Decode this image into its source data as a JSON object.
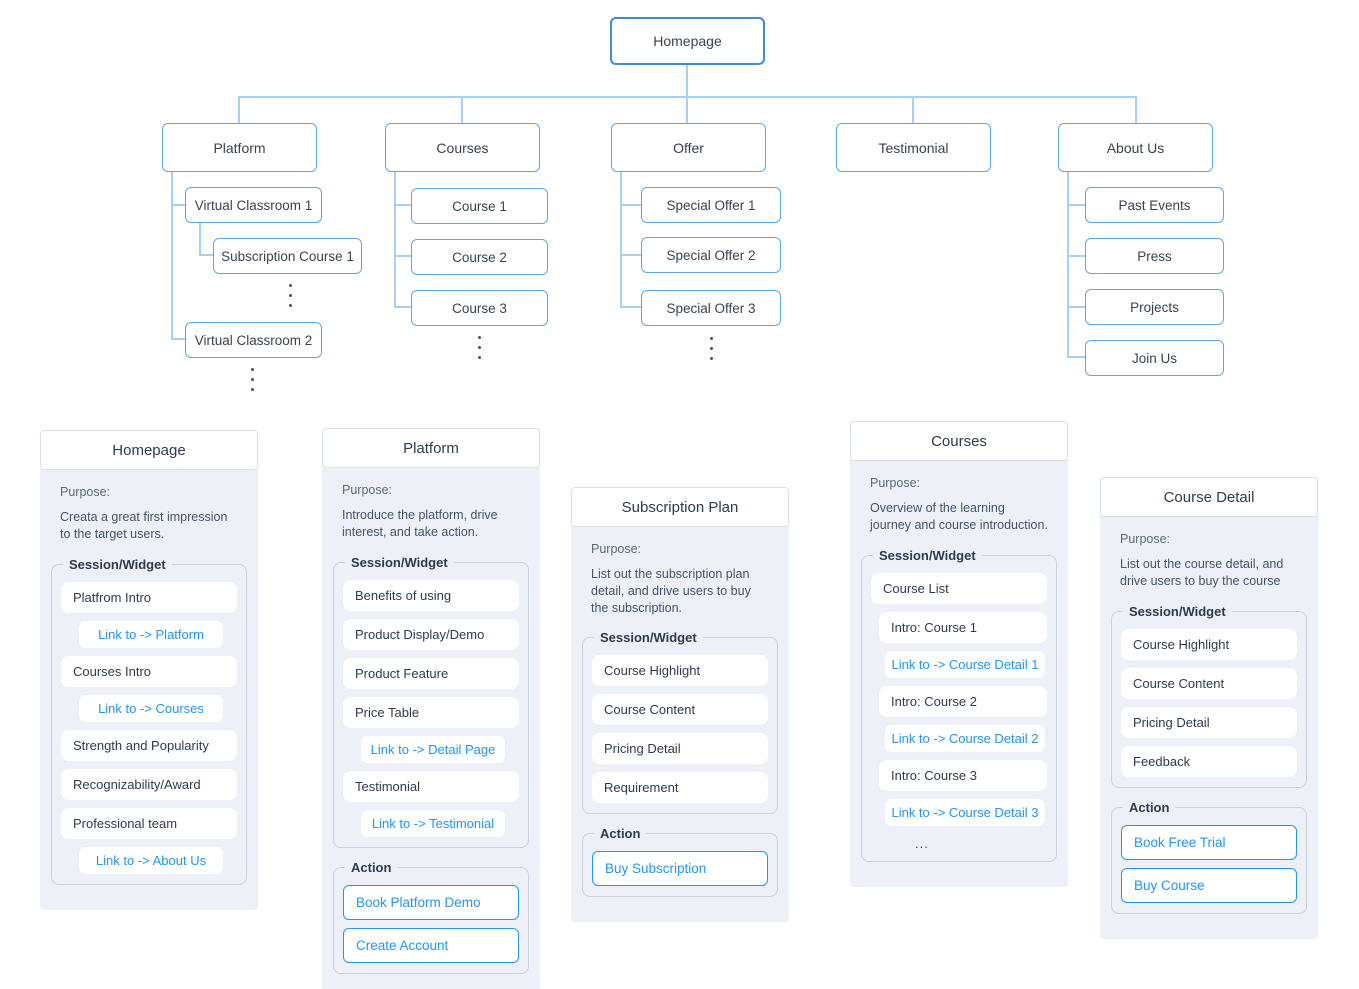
{
  "diagram": {
    "root": {
      "label": "Homepage"
    },
    "sections": [
      {
        "label": "Platform",
        "children": [
          {
            "label": "Virtual Classroom 1"
          },
          {
            "label": "Subscription Course 1"
          },
          {
            "label": "Virtual Classroom 2"
          }
        ]
      },
      {
        "label": "Courses",
        "children": [
          {
            "label": "Course 1"
          },
          {
            "label": "Course 2"
          },
          {
            "label": "Course 3"
          }
        ]
      },
      {
        "label": "Offer",
        "children": [
          {
            "label": "Special Offer 1"
          },
          {
            "label": "Special Offer 2"
          },
          {
            "label": "Special Offer 3"
          }
        ]
      },
      {
        "label": "Testimonial",
        "children": []
      },
      {
        "label": "About Us",
        "children": [
          {
            "label": "Past Events"
          },
          {
            "label": "Press"
          },
          {
            "label": "Projects"
          },
          {
            "label": "Join Us"
          }
        ]
      }
    ]
  },
  "cards": [
    {
      "title": "Homepage",
      "purpose_label": "Purpose:",
      "purpose": "Creata a great first impression to the target users.",
      "session_legend": "Session/Widget",
      "items": [
        {
          "type": "widget",
          "label": "Platfrom Intro"
        },
        {
          "type": "link",
          "label": "Link to -> Platform"
        },
        {
          "type": "widget",
          "label": "Courses Intro"
        },
        {
          "type": "link",
          "label": "Link to -> Courses"
        },
        {
          "type": "widget",
          "label": "Strength and Popularity"
        },
        {
          "type": "widget",
          "label": "Recognizability/Award"
        },
        {
          "type": "widget",
          "label": "Professional team"
        },
        {
          "type": "link",
          "label": "Link to -> About Us"
        }
      ]
    },
    {
      "title": "Platform",
      "purpose_label": "Purpose:",
      "purpose": "Introduce the platform, drive interest, and take action.",
      "session_legend": "Session/Widget",
      "items": [
        {
          "type": "widget",
          "label": "Benefits of using"
        },
        {
          "type": "widget",
          "label": "Product Display/Demo"
        },
        {
          "type": "widget",
          "label": "Product Feature"
        },
        {
          "type": "widget",
          "label": "Price Table"
        },
        {
          "type": "link",
          "label": "Link to -> Detail Page"
        },
        {
          "type": "widget",
          "label": "Testimonial"
        },
        {
          "type": "link",
          "label": "Link to -> Testimonial"
        }
      ],
      "action_legend": "Action",
      "actions": [
        {
          "label": "Book Platform Demo"
        },
        {
          "label": "Create Account"
        }
      ]
    },
    {
      "title": "Subscription Plan",
      "purpose_label": "Purpose:",
      "purpose": "List out the subscription plan detail, and drive users to buy the subscription.",
      "session_legend": "Session/Widget",
      "items": [
        {
          "type": "widget",
          "label": "Course Highlight"
        },
        {
          "type": "widget",
          "label": "Course Content"
        },
        {
          "type": "widget",
          "label": "Pricing Detail"
        },
        {
          "type": "widget",
          "label": "Requirement"
        }
      ],
      "action_legend": "Action",
      "actions": [
        {
          "label": "Buy Subscription"
        }
      ]
    },
    {
      "title": "Courses",
      "purpose_label": "Purpose:",
      "purpose": "Overview of the learning journey and course introduction.",
      "session_legend": "Session/Widget",
      "items": [
        {
          "type": "widget",
          "label": "Course List"
        },
        {
          "type": "intro",
          "label": "Intro: Course 1"
        },
        {
          "type": "link",
          "label": "Link to -> Course Detail 1"
        },
        {
          "type": "intro",
          "label": "Intro: Course 2"
        },
        {
          "type": "link",
          "label": "Link to -> Course Detail 2"
        },
        {
          "type": "intro",
          "label": "Intro: Course 3"
        },
        {
          "type": "link",
          "label": "Link to -> Course Detail 3"
        },
        {
          "type": "ellipsis",
          "label": "..."
        }
      ]
    },
    {
      "title": "Course Detail",
      "purpose_label": "Purpose:",
      "purpose": "List out the course detail, and drive users to buy the course",
      "session_legend": "Session/Widget",
      "items": [
        {
          "type": "widget",
          "label": "Course Highlight"
        },
        {
          "type": "widget",
          "label": "Course Content"
        },
        {
          "type": "widget",
          "label": "Pricing Detail"
        },
        {
          "type": "widget",
          "label": "Feedback"
        }
      ],
      "action_legend": "Action",
      "actions": [
        {
          "label": "Book Free Trial"
        },
        {
          "label": "Buy Course"
        }
      ]
    }
  ],
  "colors": {
    "accent_blue": "#2196F3",
    "root_border": "#3E8CD8",
    "node_border": "#5AA7EC",
    "connector": "#A8D0F4",
    "card_body_bg": "#EDF1F7",
    "text_dark": "#2D3B4E"
  }
}
